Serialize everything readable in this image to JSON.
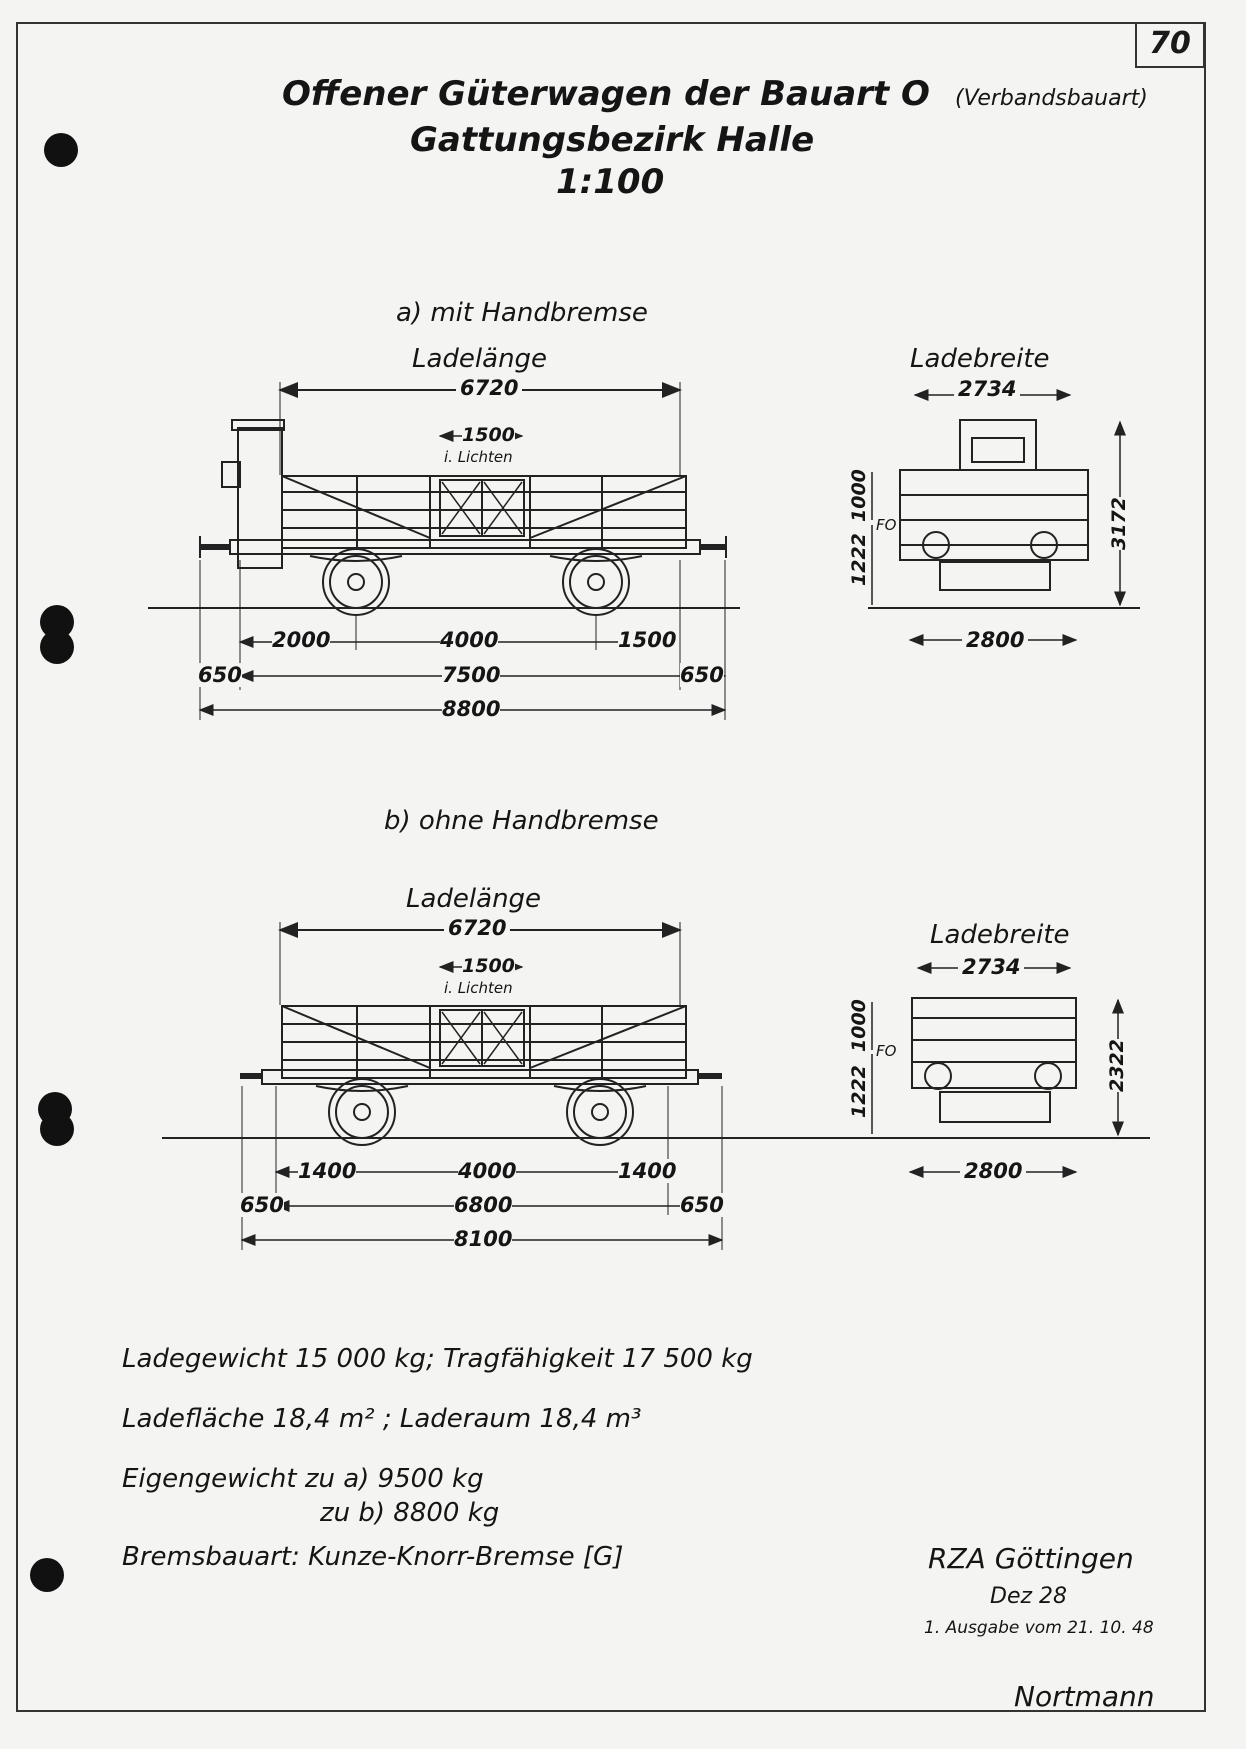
{
  "page_number": "70",
  "title": {
    "line1": "Offener  Güterwagen der Bauart O",
    "line1_note": "(Verbandsbauart)",
    "line2": "Gattungsbezirk Halle",
    "scale": "1:100"
  },
  "section_a": {
    "heading": "a) mit Handbremse",
    "ladelaenge_label": "Ladelänge",
    "ladelaenge": "6720",
    "door_width": "1500",
    "door_note": "i. Lichten",
    "dim_left_overhang": "2000",
    "dim_wheelbase": "4000",
    "dim_right_overhang": "1500",
    "dim_buffer_left": "650",
    "dim_frame_length": "7500",
    "dim_buffer_right": "650",
    "dim_total_length": "8800",
    "ladebreite_label": "Ladebreite",
    "ladebreite": "2734",
    "dim_side_height_1000": "1000",
    "dim_side_fo": "FO",
    "dim_floor_height": "1222",
    "dim_total_height": "3172",
    "dim_track_width": "2800"
  },
  "section_b": {
    "heading": "b) ohne Handbremse",
    "ladelaenge_label": "Ladelänge",
    "ladelaenge": "6720",
    "door_width": "1500",
    "door_note": "i. Lichten",
    "dim_left_overhang": "1400",
    "dim_wheelbase": "4000",
    "dim_right_overhang": "1400",
    "dim_buffer_left": "650",
    "dim_frame_length": "6800",
    "dim_buffer_right": "650",
    "dim_total_length": "8100",
    "ladebreite_label": "Ladebreite",
    "ladebreite": "2734",
    "dim_side_height_1000": "1000",
    "dim_side_fo": "FO",
    "dim_floor_height": "1222",
    "dim_total_height": "2322",
    "dim_track_width": "2800"
  },
  "specs": {
    "line1": "Ladegewicht 15 000 kg; Tragfähigkeit 17 500 kg",
    "line2": "Ladefläche 18,4 m² ; Laderaum 18,4 m³",
    "line3": "Eigengewicht zu a) 9500 kg",
    "line4": "zu b) 8800 kg",
    "line5": "Bremsbauart: Kunze-Knorr-Bremse [G]"
  },
  "footer": {
    "office": "RZA Göttingen",
    "dez": "Dez 28",
    "edition": "1. Ausgabe vom 21. 10. 48",
    "signature": "Nortmann"
  }
}
